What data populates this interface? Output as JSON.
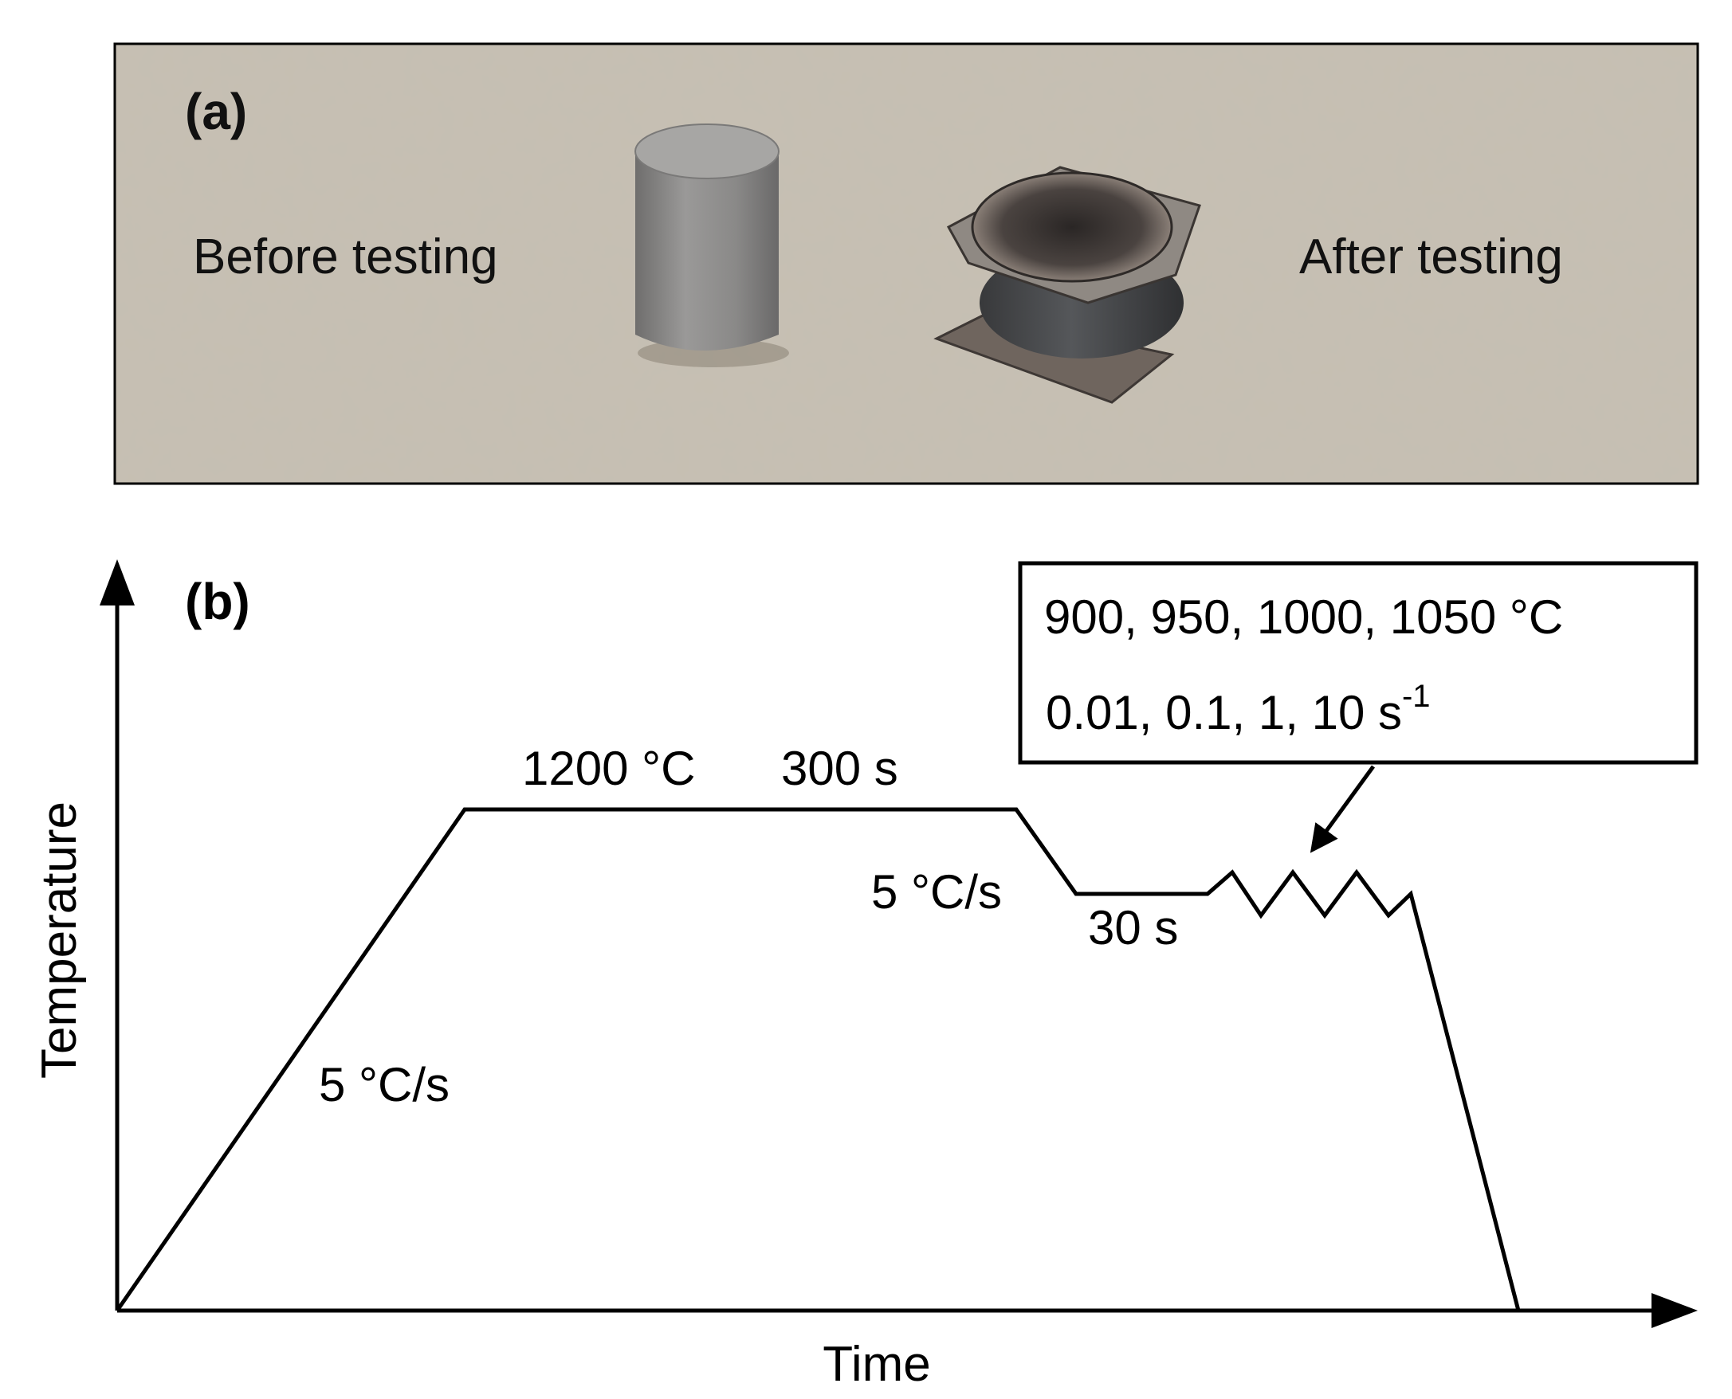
{
  "panel_a": {
    "label": "(a)",
    "before_caption": "Before testing",
    "after_caption": "After testing",
    "colors": {
      "background": "#c6bfb2",
      "specimen_before": "#8d8c8b",
      "specimen_after": "#46474a",
      "foil": "#8f8983"
    }
  },
  "panel_b": {
    "label": "(b)",
    "x_axis_label": "Time",
    "y_axis_label": "Temperature",
    "heating_rate": "5 °C/s",
    "soak_temp": "1200 °C",
    "soak_time": "300 s",
    "cooling_rate": "5 °C/s",
    "hold_time": "30 s",
    "deformation_temps": "900, 950, 1000, 1050 °C",
    "strain_rates_text": "0.01, 0.1, 1, 10 s",
    "strain_rates_exp": "-1",
    "line_color": "#000000"
  }
}
